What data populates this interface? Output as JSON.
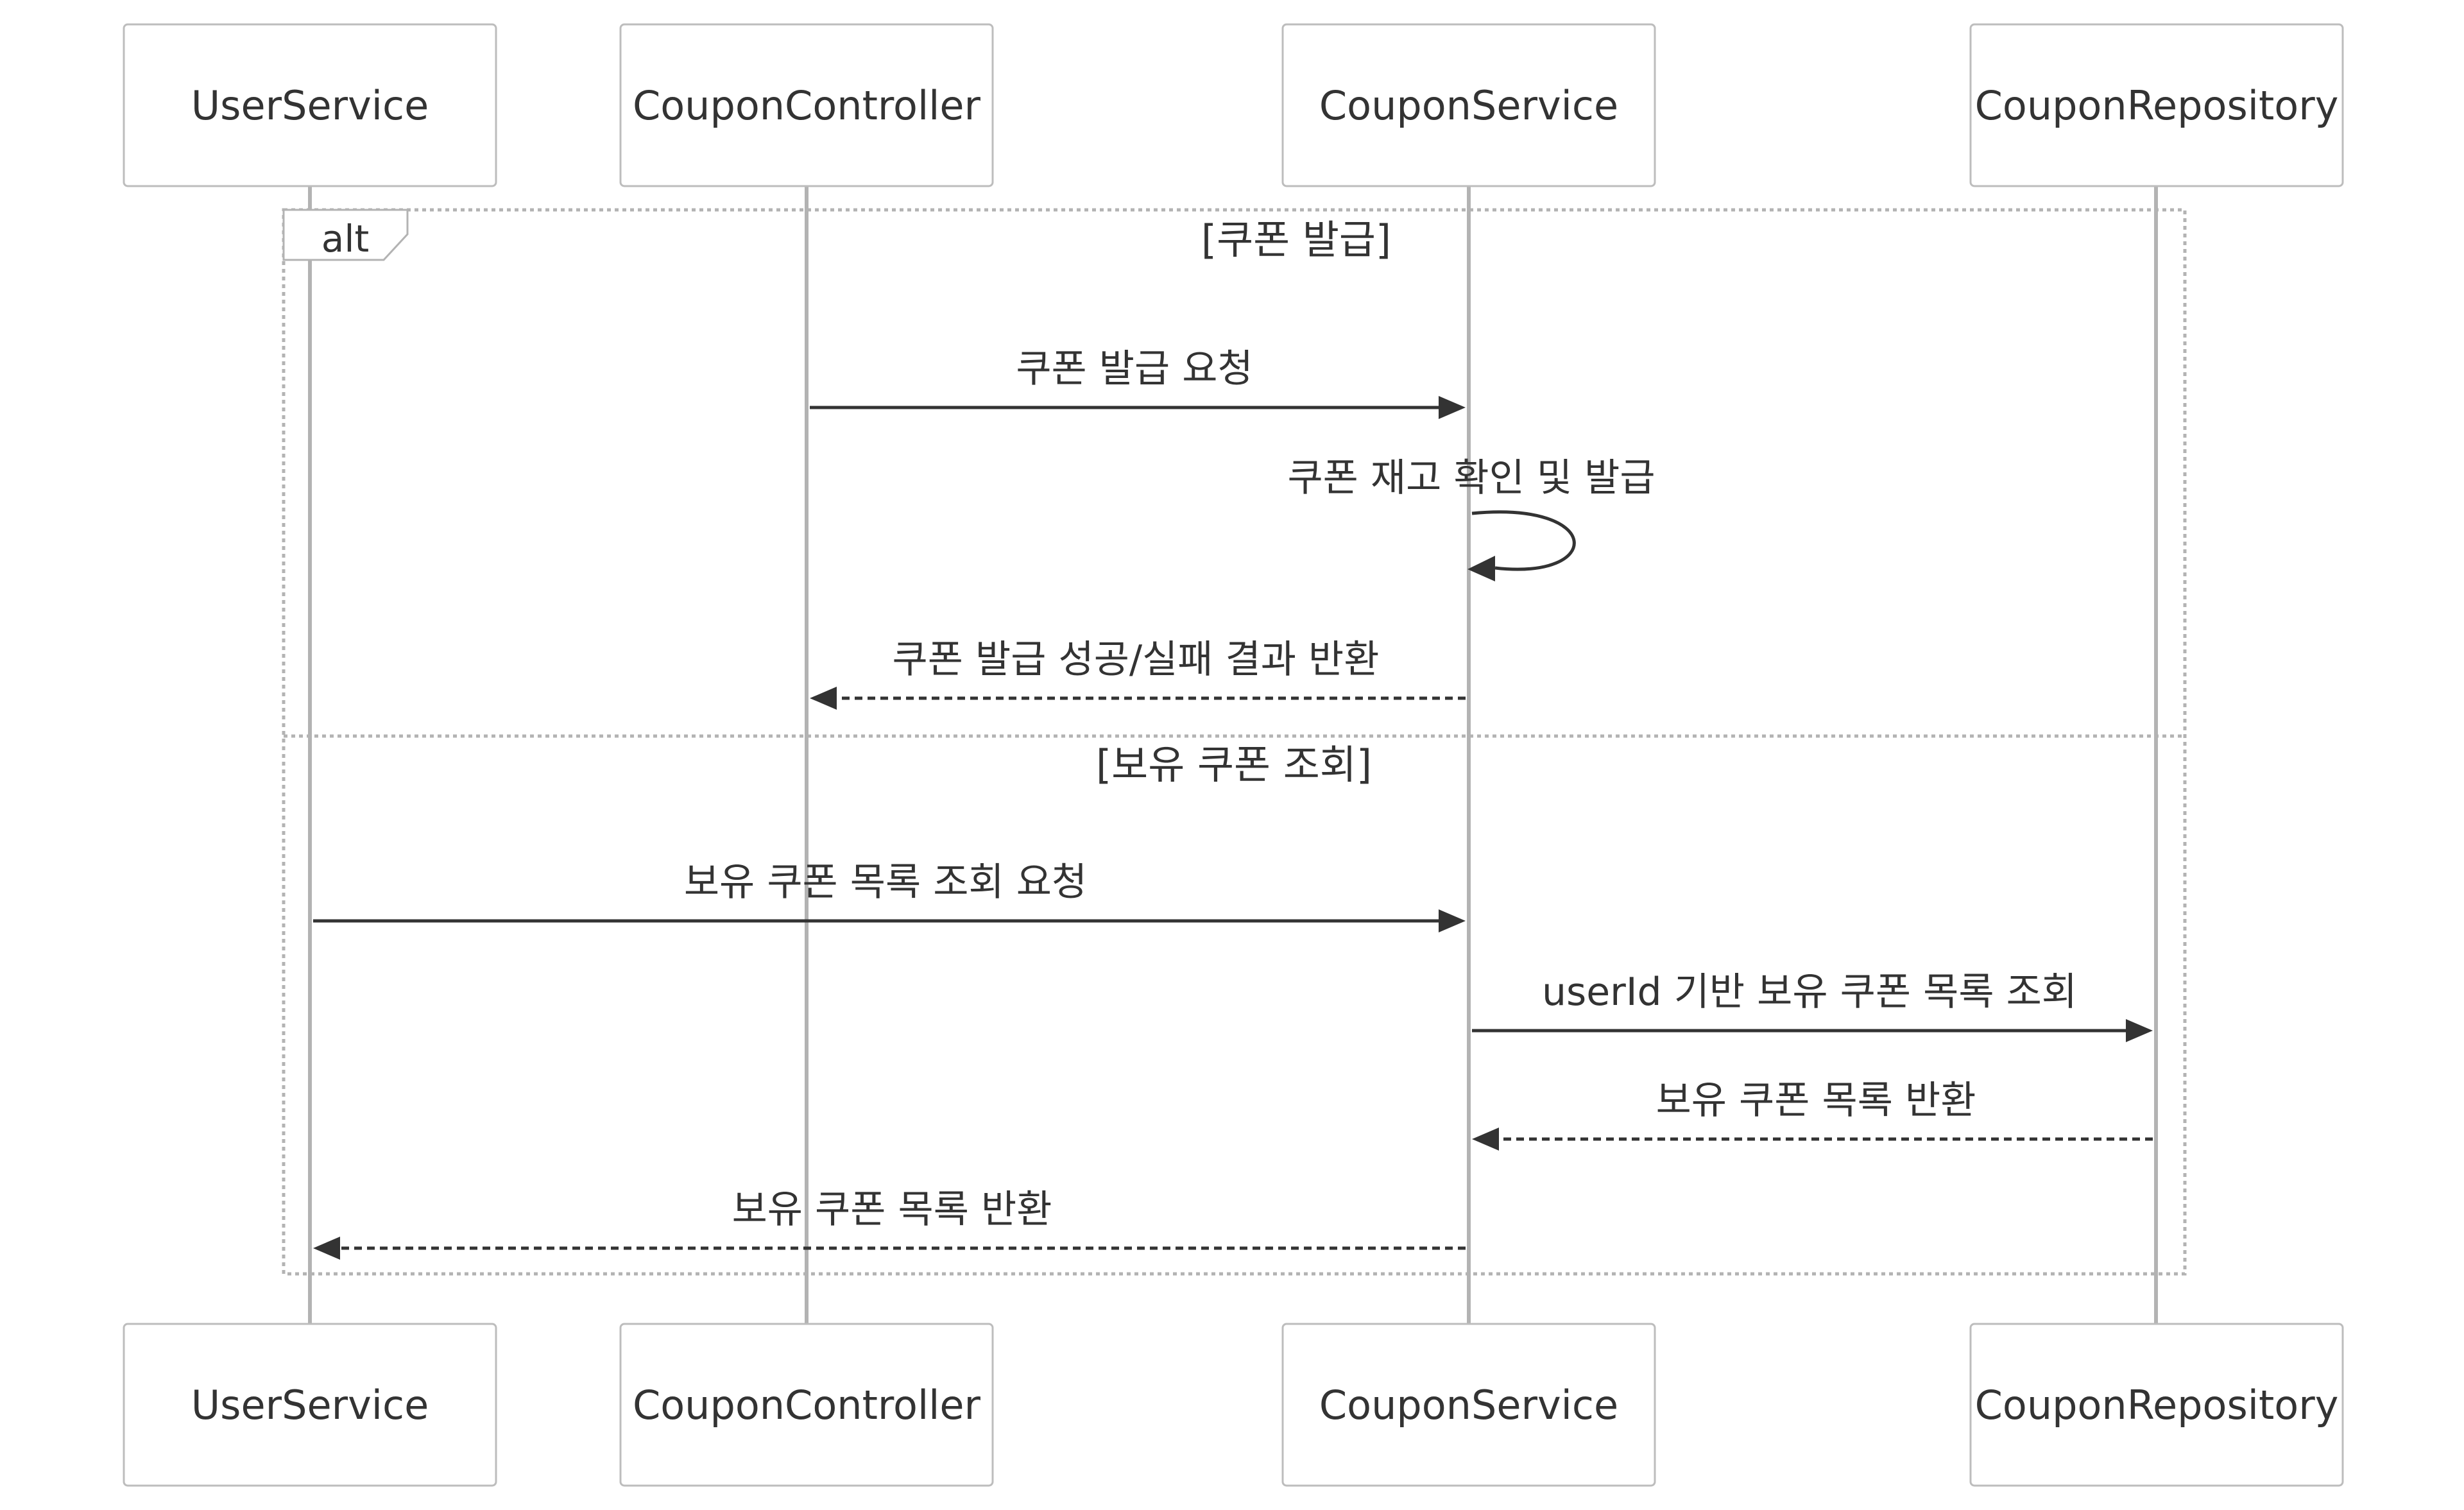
{
  "participants": [
    {
      "id": "user",
      "label": "UserService"
    },
    {
      "id": "controller",
      "label": "CouponController"
    },
    {
      "id": "service",
      "label": "CouponService"
    },
    {
      "id": "repo",
      "label": "CouponRepository"
    }
  ],
  "alt_block": {
    "label": "alt",
    "sections": [
      {
        "guard": "[쿠폰 발급]",
        "messages": [
          {
            "text": "쿠폰 발급 요청",
            "from": "controller",
            "to": "service",
            "style": "solid"
          },
          {
            "text": "쿠폰 재고 확인 및 발급",
            "from": "service",
            "to": "service",
            "style": "solid"
          },
          {
            "text": "쿠폰 발급 성공/실패 결과 반환",
            "from": "service",
            "to": "controller",
            "style": "dashed"
          }
        ]
      },
      {
        "guard": "[보유 쿠폰 조회]",
        "messages": [
          {
            "text": "보유 쿠폰 목록 조회 요청",
            "from": "user",
            "to": "service",
            "style": "solid"
          },
          {
            "text": "userId 기반 보유 쿠폰 목록 조회",
            "from": "service",
            "to": "repo",
            "style": "solid"
          },
          {
            "text": "보유 쿠폰 목록 반환",
            "from": "repo",
            "to": "service",
            "style": "dashed"
          },
          {
            "text": "보유 쿠폰 목록 반환",
            "from": "service",
            "to": "user",
            "style": "dashed"
          }
        ]
      }
    ]
  },
  "colors": {
    "line": "#333333",
    "lifeline": "#b3b3b3",
    "box_border": "#bdbdbd",
    "background": "#ffffff"
  }
}
